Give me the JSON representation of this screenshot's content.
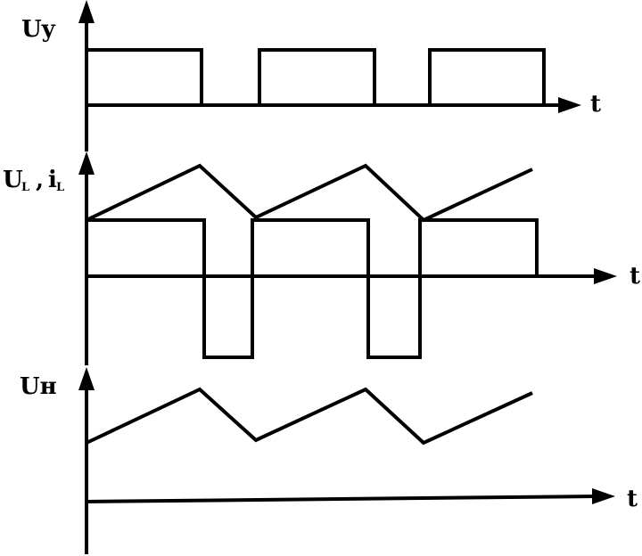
{
  "panels": {
    "control": {
      "label": "Uy",
      "time_label": "t"
    },
    "inductor": {
      "voltage_label": "U",
      "voltage_sub": "L",
      "separator": ",",
      "current_label": "i",
      "current_sub": "L",
      "time_label": "t"
    },
    "load": {
      "label": "Uн",
      "time_label": "t"
    }
  },
  "colors": {
    "ink": "#000000",
    "background": "#ffffff"
  }
}
